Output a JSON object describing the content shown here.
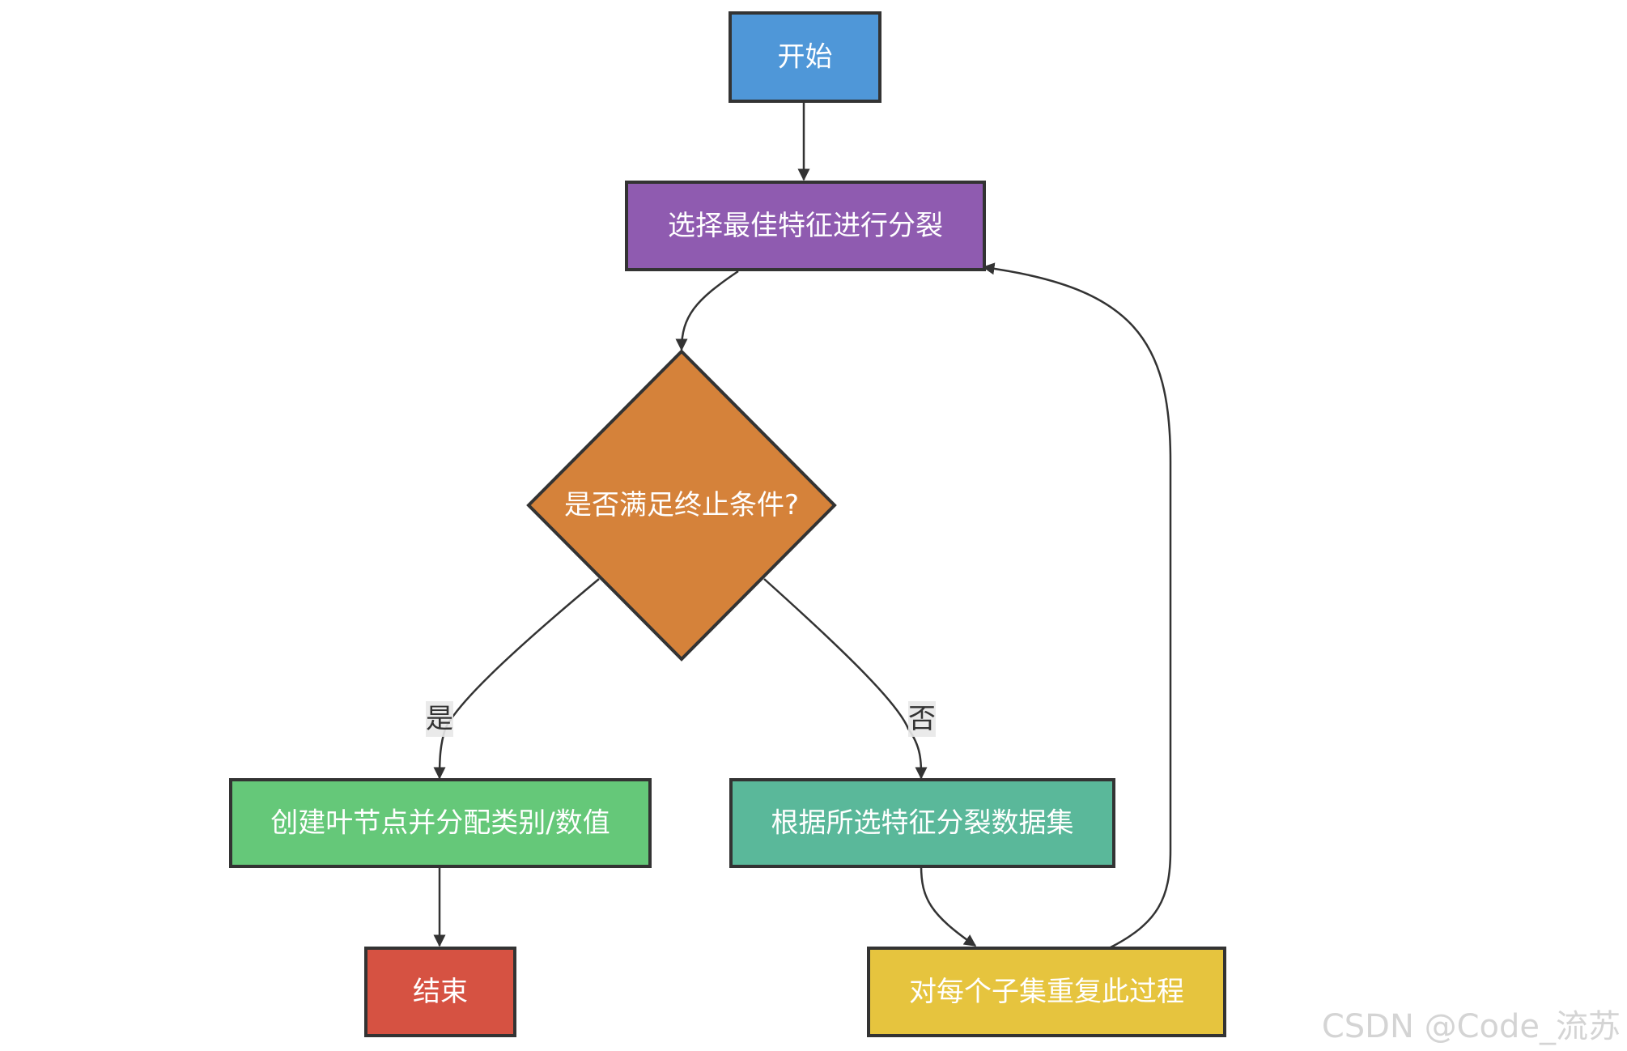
{
  "nodes": {
    "start": {
      "label": "开始",
      "color": "#4f97d8"
    },
    "select_feature": {
      "label": "选择最佳特征进行分裂",
      "color": "#8f5bb0"
    },
    "check_stop": {
      "label": "是否满足终止条件?",
      "color": "#d5823a"
    },
    "create_leaf": {
      "label": "创建叶节点并分配类别/数值",
      "color": "#65c879"
    },
    "split_data": {
      "label": "根据所选特征分裂数据集",
      "color": "#5ab89a"
    },
    "end": {
      "label": "结束",
      "color": "#d65242"
    },
    "repeat": {
      "label": "对每个子集重复此过程",
      "color": "#e6c43e"
    }
  },
  "edges": {
    "yes_label": "是",
    "no_label": "否"
  },
  "watermark": "CSDN @Code_流苏"
}
